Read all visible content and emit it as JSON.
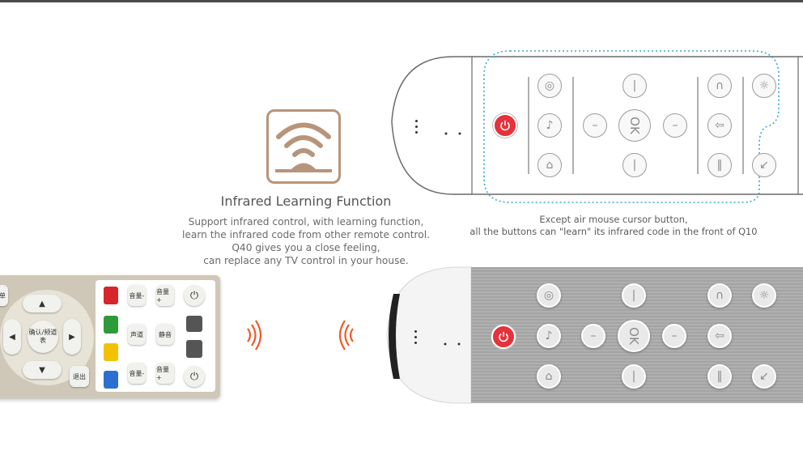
{
  "feature": {
    "icon": "infrared-learning-icon",
    "title": "Infrared Learning Function",
    "description": [
      "Support infrared control, with learning function,",
      "learn the infrared code from other remote control.",
      "Q40 gives you a close feeling,",
      "can replace any TV control in your house."
    ]
  },
  "caption": [
    "Except air mouse cursor button,",
    "all the buttons can \"learn\" its infrared code in the front of Q10"
  ],
  "remote": {
    "ok_label": "OK",
    "buttons": [
      "power-icon",
      "voice-icon",
      "menu-icon",
      "volume-down-icon",
      "up-icon",
      "down-icon",
      "left-icon",
      "right-icon",
      "ok",
      "back-icon",
      "home-icon",
      "list-icon",
      "light-icon",
      "cursor-icon"
    ]
  },
  "tv_remote": {
    "volume_minus": "音量-",
    "volume_plus": "音量+",
    "sound_track": "声道",
    "mute": "静音",
    "menu": "菜单",
    "exit": "退出",
    "center": "确认/频道表",
    "power_label": "电源"
  },
  "colors": {
    "accent_icon": "#b7957a",
    "dotted_outline": "#35a9cc",
    "power_red": "#e5323b",
    "wave_orange": "#f05a28"
  }
}
